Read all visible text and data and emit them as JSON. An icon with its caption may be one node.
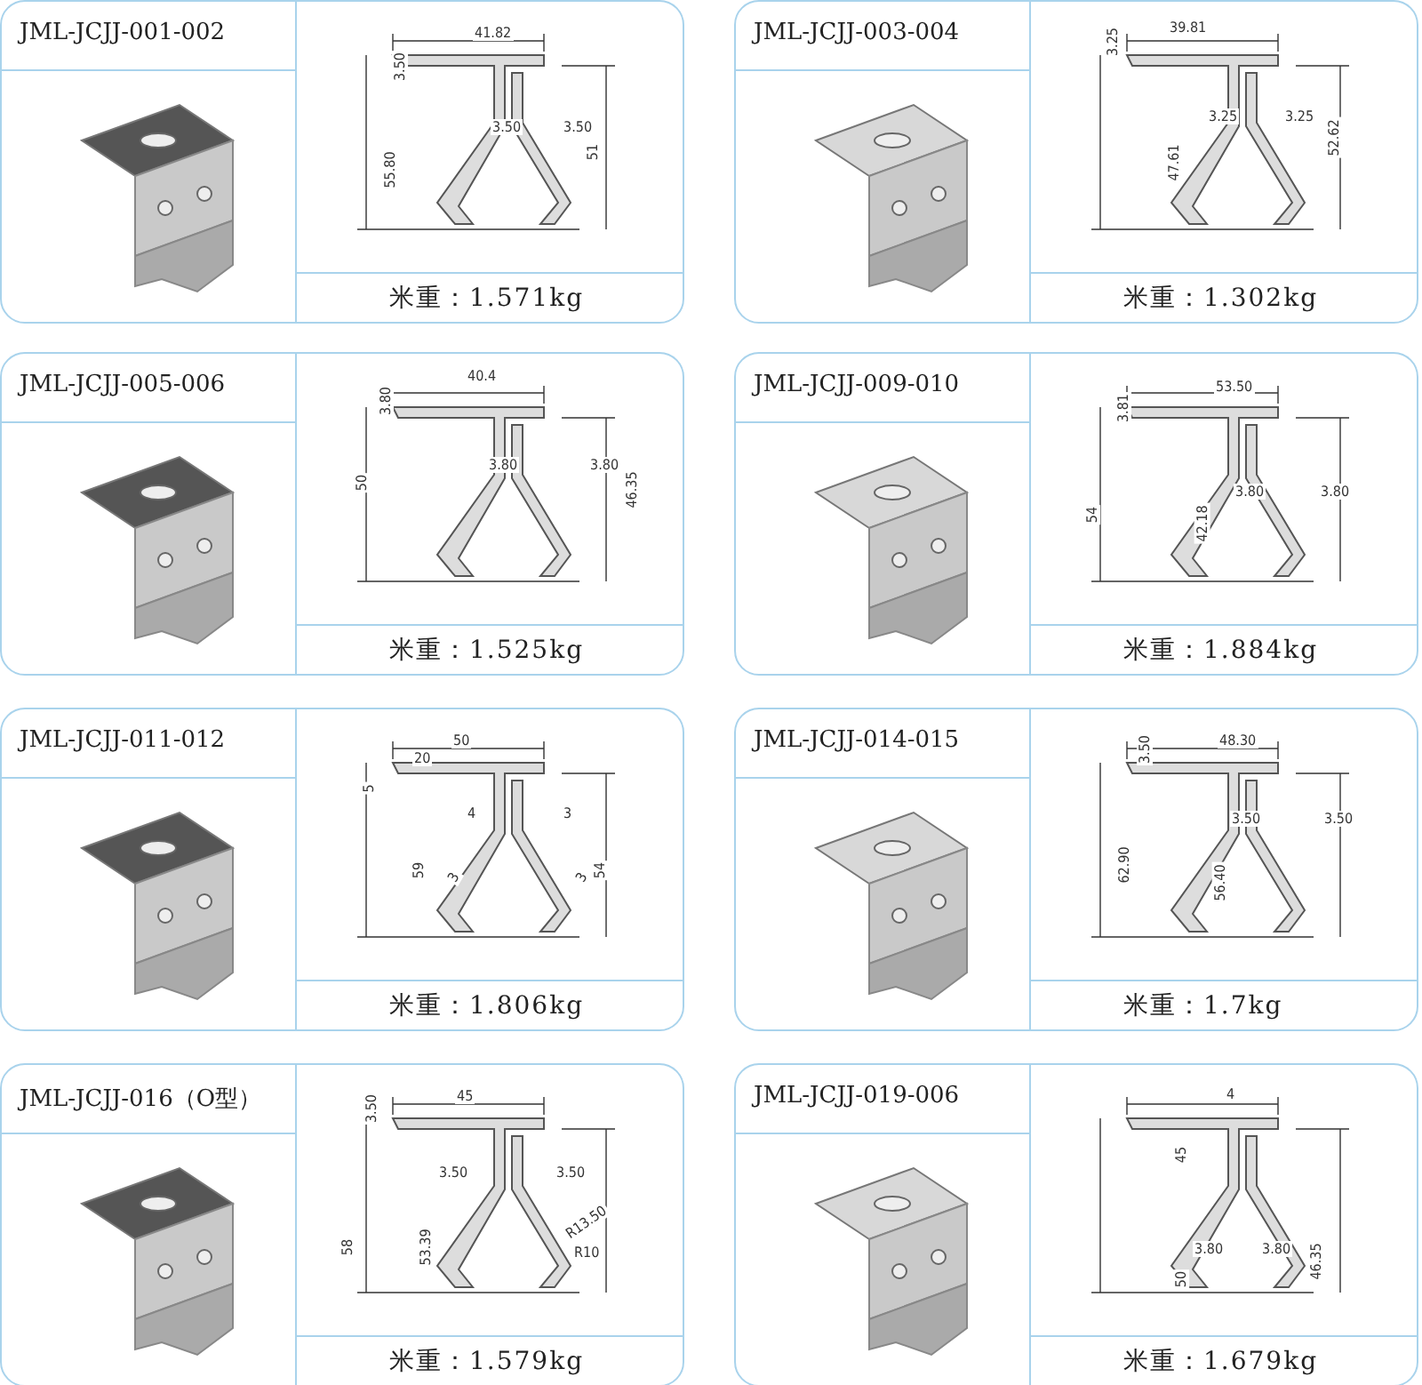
{
  "diagram": {
    "nodes": [
      {
        "text": [
          "JML-JCJJ-001-002",
          "米重：1.571kg"
        ]
      },
      {
        "text": [
          "JML-JCJJ-003-004",
          "米重：1.302kg"
        ]
      },
      {
        "text": [
          "JML-JCJJ-005-006",
          "米重：1.525kg"
        ]
      },
      {
        "text": [
          "JML-JCJJ-009-010",
          "米重：1.884kg"
        ]
      },
      {
        "text": [
          "JML-JCJJ-011-012",
          "米重：1.806kg"
        ]
      },
      {
        "text": [
          "JML-JCJJ-014-015",
          "米重：1.7kg"
        ]
      },
      {
        "text": [
          "JML-JCJJ-016（O型）",
          "米重：1.579kg"
        ]
      },
      {
        "text": [
          "JML-JCJJ-019-006",
          "米重：1.679kg"
        ]
      }
    ],
    "edges": [],
    "labels": [
      "41.82",
      "3.50",
      "55.80",
      "3.50",
      "3.50",
      "51",
      "3.25",
      "39.81",
      "47.61",
      "3.25",
      "3.25",
      "52.62",
      "3.80",
      "40.4",
      "50",
      "3.80",
      "3.80",
      "46.35",
      "53.50",
      "3.81",
      "54",
      "42.18",
      "3.80",
      "3.80",
      "50",
      "5",
      "20",
      "4",
      "3",
      "59",
      "3",
      "3",
      "54",
      "48.30",
      "3.50",
      "62.90",
      "56.40",
      "3.50",
      "3.50",
      "3.50",
      "45",
      "58",
      "53.39",
      "3.50",
      "3.50",
      "R13.50",
      "R10",
      "4",
      "45",
      "3.80",
      "3.80",
      "50",
      "46.35"
    ]
  }
}
